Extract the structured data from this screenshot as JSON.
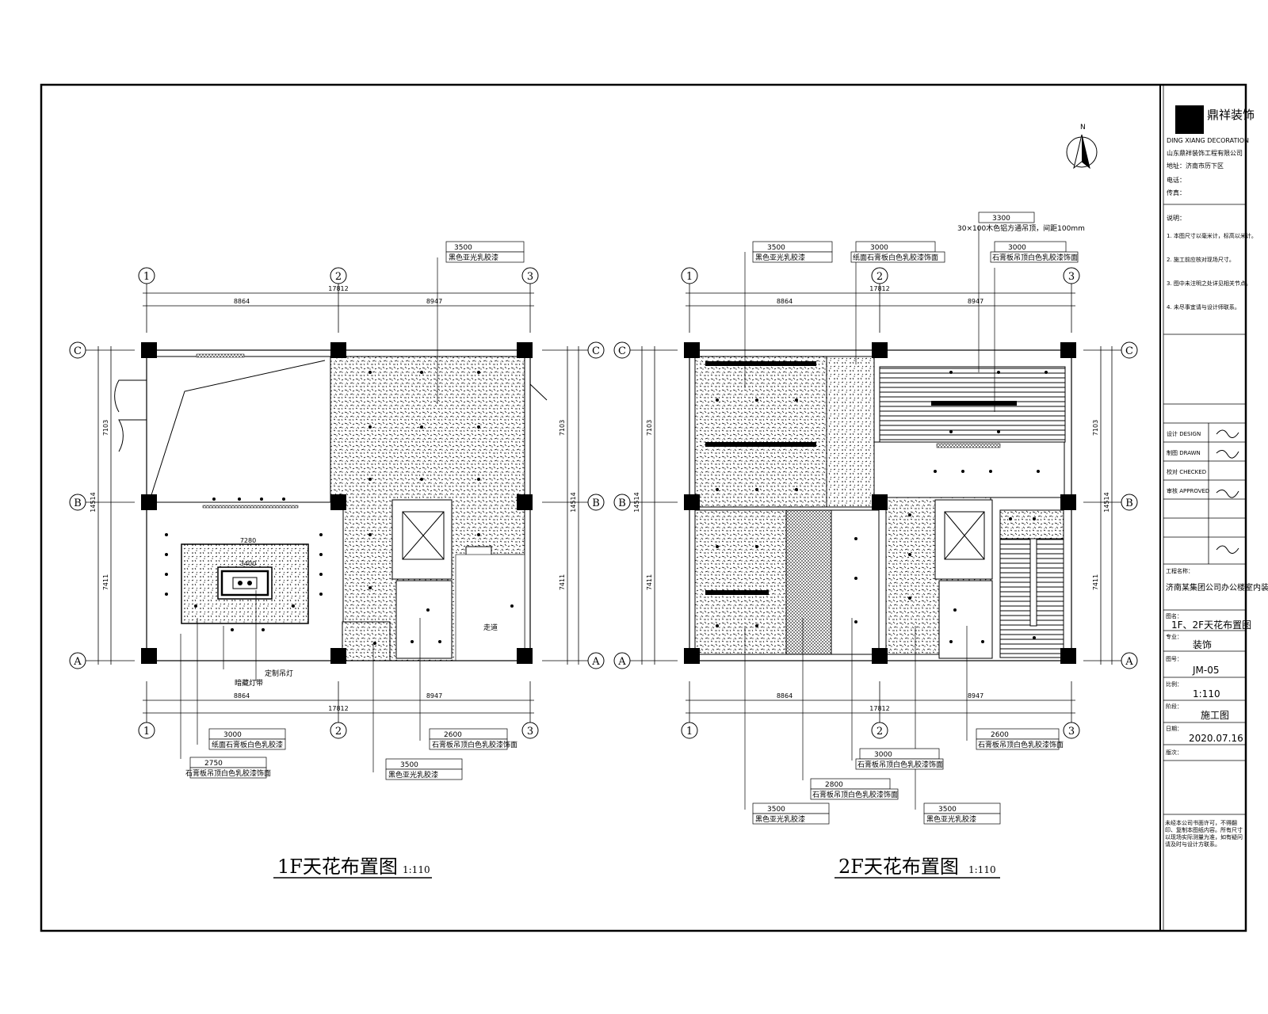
{
  "company": {
    "logo_text": "鼎祥装饰",
    "lines": [
      "DING XIANG DECORATION",
      "山东鼎祥装饰工程有限公司",
      "地址：济南市历下区",
      "电话：",
      "传真："
    ]
  },
  "notes": {
    "heading": "说明：",
    "lines": [
      "1. 本图尺寸以毫米计，标高以米计。",
      "2. 施工前应核对现场尺寸。",
      "3. 图中未注明之处详见相关节点。",
      "4. 未尽事宜请与设计师联系。"
    ]
  },
  "titleblock": {
    "project_label": "工程名称：",
    "project": "济南某集团公司办公楼室内装饰工程",
    "drawing_label": "图名：",
    "drawing": "1F、2F天花布置图",
    "discipline_label": "专业：",
    "discipline": "装饰",
    "number_label": "图号：",
    "number": "JM-05",
    "scale_label": "比例：",
    "scale": "1:110",
    "stage_label": "阶段：",
    "stage": "施工图",
    "date_label": "日期：",
    "date": "2020.07.16",
    "version_label": "版次：",
    "sign_rows": [
      "设计 DESIGN",
      "制图 DRAWN",
      "校对 CHECKED",
      "审核 APPROVED"
    ],
    "footer": "未经本公司书面许可，不得翻印、复制本图纸内容。所有尺寸以现场实际测量为准，如有疑问请及时与设计方联系。"
  },
  "north": "N",
  "plans": [
    {
      "title": "1F天花布置图",
      "scale": "1:110",
      "axes_x": [
        "1",
        "2",
        "3"
      ],
      "axes_y": [
        "C",
        "B",
        "A"
      ],
      "dims_x": [
        "8864",
        "8947"
      ],
      "dim_total": "17812",
      "dims_y": [
        "7103",
        "7411"
      ],
      "dim_total_y": "14514",
      "room_text": "走道",
      "inner_dims": [
        "7280",
        "3400"
      ],
      "callouts": [
        {
          "elev": "3500",
          "text": "黑色亚光乳胶漆"
        },
        {
          "elev": "2750",
          "text": "石膏板吊顶白色乳胶漆饰面"
        },
        {
          "elev": "3000",
          "text": "纸面石膏板白色乳胶漆"
        },
        {
          "elev": "2600",
          "text": "石膏板吊顶白色乳胶漆饰面"
        },
        {
          "elev": "3500",
          "text": "黑色亚光乳胶漆"
        }
      ],
      "lamp_labels": [
        "暗藏灯带",
        "定制吊灯"
      ]
    },
    {
      "title": "2F天花布置图",
      "scale": "1:110",
      "axes_x": [
        "1",
        "2",
        "3"
      ],
      "axes_y": [
        "C",
        "B",
        "A"
      ],
      "dims_x": [
        "8864",
        "8947"
      ],
      "dim_total": "17812",
      "dims_y": [
        "7103",
        "7411"
      ],
      "dim_total_y": "14514",
      "callouts": [
        {
          "elev": "3500",
          "text": "黑色亚光乳胶漆"
        },
        {
          "elev": "3000",
          "text": "纸面石膏板白色乳胶漆饰面"
        },
        {
          "elev": "3300",
          "text": "30×100木色铝方通吊顶，间距100mm"
        },
        {
          "elev": "3000",
          "text": "石膏板吊顶白色乳胶漆饰面"
        },
        {
          "elev": "2600",
          "text": "石膏板吊顶白色乳胶漆饰面"
        },
        {
          "elev": "3000",
          "text": "石膏板吊顶白色乳胶漆饰面"
        },
        {
          "elev": "2800",
          "text": "石膏板吊顶白色乳胶漆饰面"
        },
        {
          "elev": "3500",
          "text": "黑色亚光乳胶漆"
        },
        {
          "elev": "3500",
          "text": "黑色亚光乳胶漆"
        }
      ]
    }
  ]
}
